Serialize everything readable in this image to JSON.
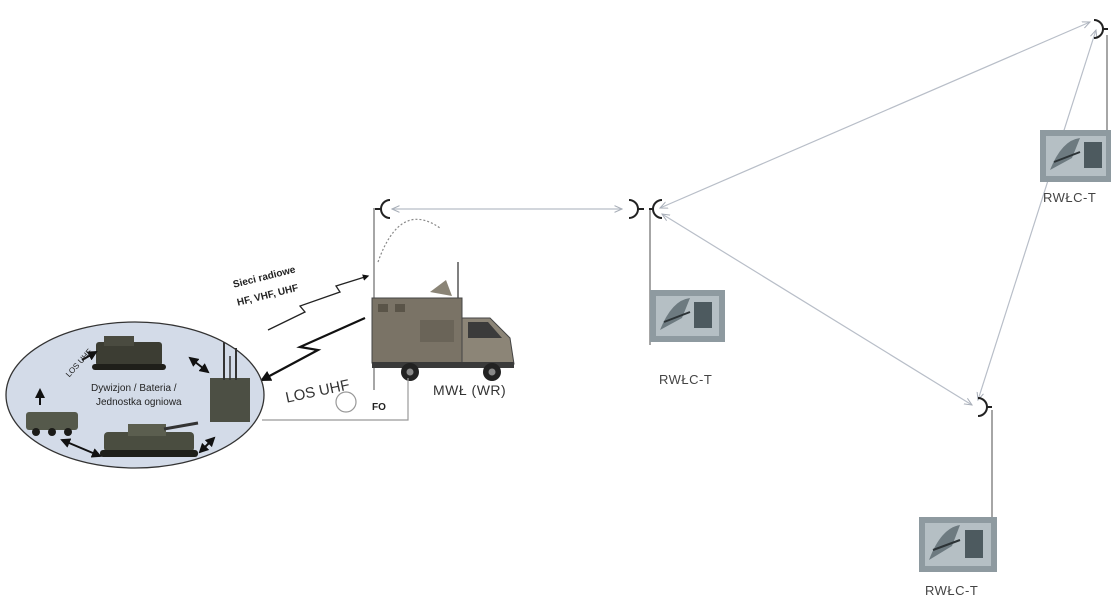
{
  "labels": {
    "rwlc_mid": "RWŁC-T",
    "rwlc_right_top": "RWŁC-T",
    "rwlc_bottom": "RWŁC-T",
    "mwl": "MWŁ (WR)",
    "fo": "FO",
    "los_uhf": "LOS UHF",
    "los_uhf_small": "LOS UHF",
    "radio_nets_line1": "Sieci radiowe",
    "radio_nets_line2": "HF, VHF, UHF",
    "unit_line1": "Dywizjon / Bateria /",
    "unit_line2": "Jednostka ogniowa"
  },
  "colors": {
    "link_line": "#b8bec8",
    "dark_link": "#222222",
    "ellipse_fill": "#d3dbe8",
    "ellipse_stroke": "#333333",
    "vehicle_body": "#7a7366"
  },
  "icons": [
    "antenna-dish-icon",
    "radio-station-icon",
    "truck-icon",
    "tank-icon",
    "apc-icon",
    "lightning-link-icon"
  ]
}
